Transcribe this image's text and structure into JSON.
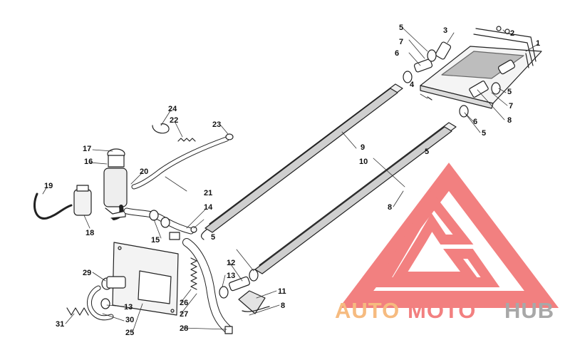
{
  "diagram": {
    "part_numbers": [
      "1",
      "2",
      "3",
      "4",
      "5",
      "5",
      "5",
      "5",
      "5",
      "6",
      "6",
      "7",
      "7",
      "8",
      "8",
      "8",
      "9",
      "10",
      "11",
      "12",
      "13",
      "13",
      "14",
      "15",
      "16",
      "17",
      "18",
      "19",
      "20",
      "21",
      "22",
      "23",
      "24",
      "25",
      "26",
      "27",
      "28",
      "29",
      "30",
      "31"
    ]
  },
  "watermark": {
    "word1": "AUTO",
    "word2": "MOTO",
    "word3": "HUB",
    "color_outline": "#f06a6a",
    "color_orange": "#f5b06a",
    "color_red": "#f06a6a",
    "color_gray": "#9a9a9a"
  }
}
